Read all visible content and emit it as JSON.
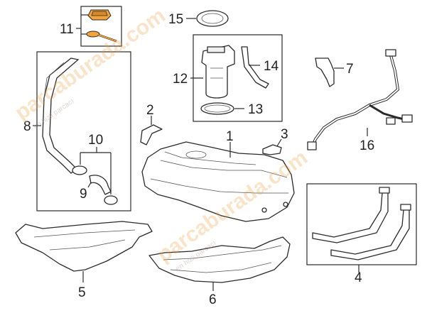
{
  "callouts": {
    "c1": "1",
    "c2": "2",
    "c3": "3",
    "c4": "4",
    "c5": "5",
    "c6": "6",
    "c7": "7",
    "c8": "8",
    "c9": "9",
    "c10": "10",
    "c11": "11",
    "c12": "12",
    "c13": "13",
    "c14": "14",
    "c15": "15",
    "c16": "16"
  },
  "watermark": {
    "brand": "parcaburada.com",
    "tagline": "en hizli parcacı"
  },
  "colors": {
    "highlight": "#f3a53c",
    "highlight_dark": "#b8741c",
    "ink": "#2a2a2a",
    "watermark": "#f0a040"
  }
}
